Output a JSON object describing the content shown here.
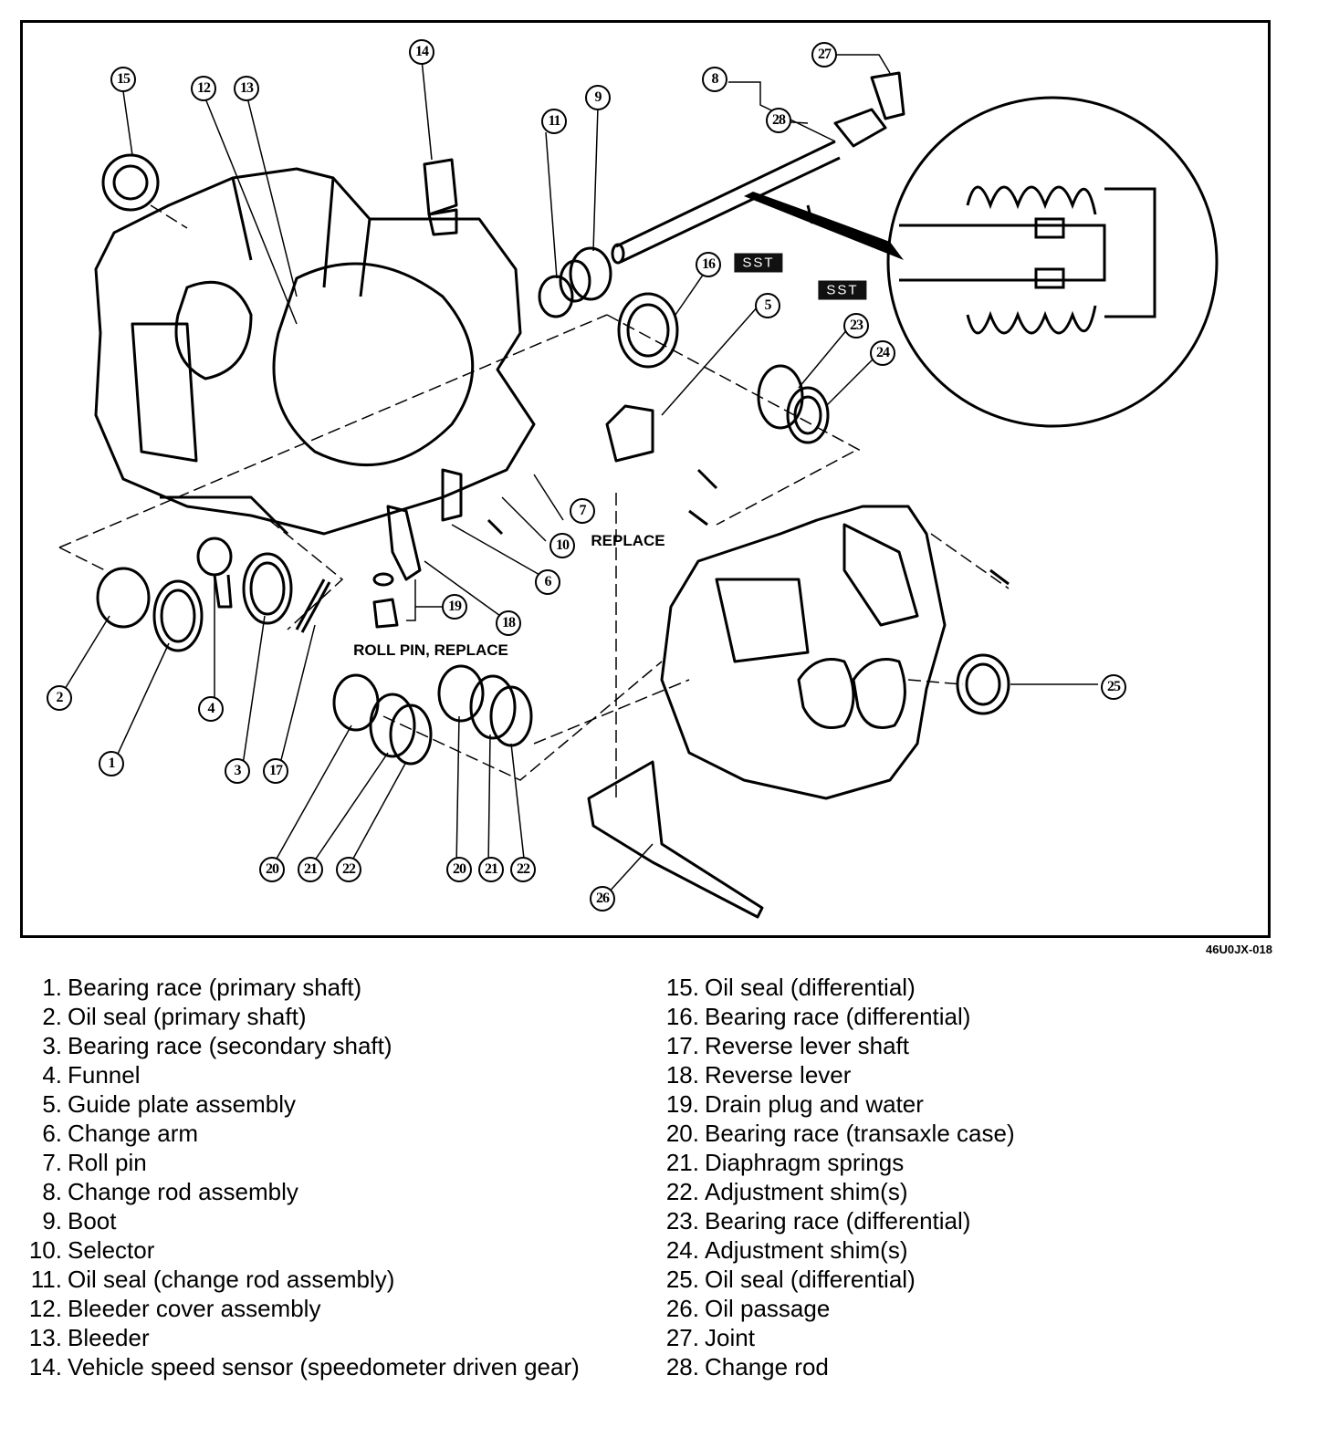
{
  "figure": {
    "figure_id": "46U0JX-018",
    "sst_label": "SST",
    "annotations": {
      "replace": "REPLACE",
      "roll_pin_replace": "ROLL PIN, REPLACE"
    },
    "callouts": {
      "c1": "1",
      "c2": "2",
      "c3": "3",
      "c4": "4",
      "c5": "5",
      "c6": "6",
      "c7": "7",
      "c8": "8",
      "c9": "9",
      "c10": "10",
      "c11": "11",
      "c12": "12",
      "c13": "13",
      "c14": "14",
      "c15": "15",
      "c16": "16",
      "c17": "17",
      "c18": "18",
      "c19": "19",
      "c20a": "20",
      "c21a": "21",
      "c22a": "22",
      "c20b": "20",
      "c21b": "21",
      "c22b": "22",
      "c23": "23",
      "c24": "24",
      "c25": "25",
      "c26": "26",
      "c27": "27",
      "c28": "28"
    }
  },
  "legend": {
    "left": [
      {
        "num": "1.",
        "text": "Bearing race (primary shaft)"
      },
      {
        "num": "2.",
        "text": "Oil seal (primary shaft)"
      },
      {
        "num": "3.",
        "text": "Bearing race (secondary shaft)"
      },
      {
        "num": "4.",
        "text": "Funnel"
      },
      {
        "num": "5.",
        "text": "Guide plate assembly"
      },
      {
        "num": "6.",
        "text": "Change arm"
      },
      {
        "num": "7.",
        "text": "Roll pin"
      },
      {
        "num": "8.",
        "text": "Change rod assembly"
      },
      {
        "num": "9.",
        "text": "Boot"
      },
      {
        "num": "10.",
        "text": "Selector"
      },
      {
        "num": "11.",
        "text": "Oil seal (change rod assembly)"
      },
      {
        "num": "12.",
        "text": "Bleeder cover assembly"
      },
      {
        "num": "13.",
        "text": "Bleeder"
      },
      {
        "num": "14.",
        "text": "Vehicle speed sensor (speedometer driven gear)"
      }
    ],
    "right": [
      {
        "num": "15.",
        "text": "Oil seal (differential)"
      },
      {
        "num": "16.",
        "text": "Bearing race (differential)"
      },
      {
        "num": "17.",
        "text": "Reverse lever shaft"
      },
      {
        "num": "18.",
        "text": "Reverse lever"
      },
      {
        "num": "19.",
        "text": "Drain plug and water"
      },
      {
        "num": "20.",
        "text": "Bearing race (transaxle case)"
      },
      {
        "num": "21.",
        "text": "Diaphragm springs"
      },
      {
        "num": "22.",
        "text": "Adjustment shim(s)"
      },
      {
        "num": "23.",
        "text": "Bearing race (differential)"
      },
      {
        "num": "24.",
        "text": "Adjustment shim(s)"
      },
      {
        "num": "25.",
        "text": "Oil seal (differential)"
      },
      {
        "num": "26.",
        "text": "Oil passage"
      },
      {
        "num": "27.",
        "text": "Joint"
      },
      {
        "num": "28.",
        "text": "Change rod"
      }
    ]
  }
}
